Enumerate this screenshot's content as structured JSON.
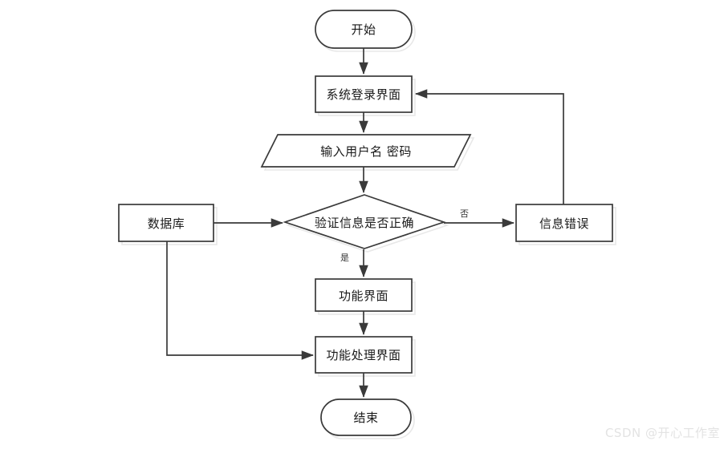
{
  "diagram": {
    "type": "flowchart",
    "orientation": "top-to-bottom",
    "background_color": "#ffffff",
    "stroke_color": "#3a3a3a",
    "shadow_color": "#e8e8e8",
    "text_color": "#1a1a1a",
    "nodes": [
      {
        "id": "start",
        "shape": "terminator",
        "label": "开始"
      },
      {
        "id": "login",
        "shape": "process",
        "label": "系统登录界面"
      },
      {
        "id": "input",
        "shape": "parallelogram",
        "label": "输入用户名 密码"
      },
      {
        "id": "verify",
        "shape": "decision",
        "label": "验证信息是否正确"
      },
      {
        "id": "database",
        "shape": "process",
        "label": "数据库"
      },
      {
        "id": "error",
        "shape": "process",
        "label": "信息错误"
      },
      {
        "id": "function",
        "shape": "process",
        "label": "功能界面"
      },
      {
        "id": "processing",
        "shape": "process",
        "label": "功能处理界面"
      },
      {
        "id": "end",
        "shape": "terminator",
        "label": "结束"
      }
    ],
    "edges": [
      {
        "from": "start",
        "to": "login",
        "label": ""
      },
      {
        "from": "login",
        "to": "input",
        "label": ""
      },
      {
        "from": "input",
        "to": "verify",
        "label": ""
      },
      {
        "from": "database",
        "to": "verify",
        "label": ""
      },
      {
        "from": "verify",
        "to": "error",
        "label": "否"
      },
      {
        "from": "verify",
        "to": "function",
        "label": "是"
      },
      {
        "from": "function",
        "to": "processing",
        "label": ""
      },
      {
        "from": "database",
        "to": "processing",
        "label": ""
      },
      {
        "from": "processing",
        "to": "end",
        "label": ""
      },
      {
        "from": "error",
        "to": "login",
        "label": ""
      }
    ],
    "edge_labels": {
      "no": "否",
      "yes": "是"
    }
  },
  "watermark": {
    "text": "CSDN @开心工作室"
  }
}
